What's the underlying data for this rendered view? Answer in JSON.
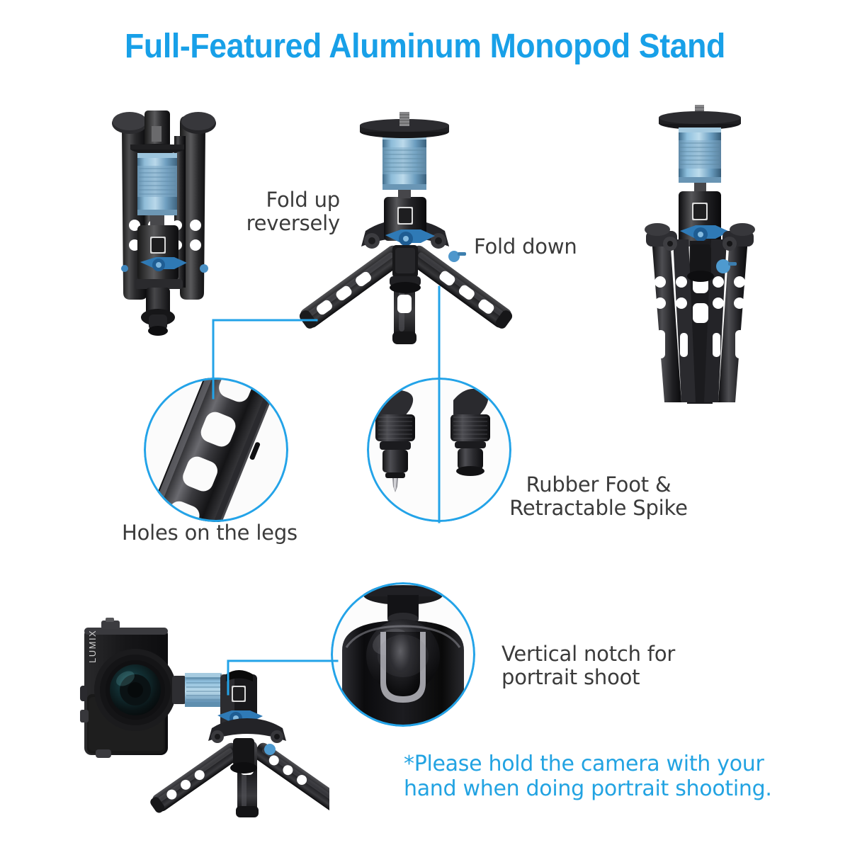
{
  "page": {
    "title": "Full-Featured Aluminum Monopod Stand",
    "background_color": "#ffffff",
    "accent_color": "#18a0e8",
    "label_color": "#3b3b3b"
  },
  "labels": {
    "fold_up": "Fold up\nreversely",
    "fold_down": "Fold down",
    "holes": "Holes on the legs",
    "rubber_foot": "Rubber Foot &\nRetractable Spike",
    "vertical_notch": "Vertical notch for\nportrait shoot",
    "disclaimer": "*Please hold the camera with your\nhand when doing portrait shooting."
  },
  "products": {
    "folded_up": {
      "name": "tripod-folded-up-reversely"
    },
    "open": {
      "name": "tripod-legs-open"
    },
    "folded_down": {
      "name": "tripod-folded-down"
    },
    "camera_rig": {
      "name": "camera-on-tripod-portrait",
      "camera_brand": "LUMIX"
    }
  },
  "callouts": {
    "holes": {
      "name": "zoom-circle-leg-holes"
    },
    "feet": {
      "name": "zoom-circle-rubber-foot-spike"
    },
    "notch": {
      "name": "zoom-circle-vertical-notch"
    }
  }
}
